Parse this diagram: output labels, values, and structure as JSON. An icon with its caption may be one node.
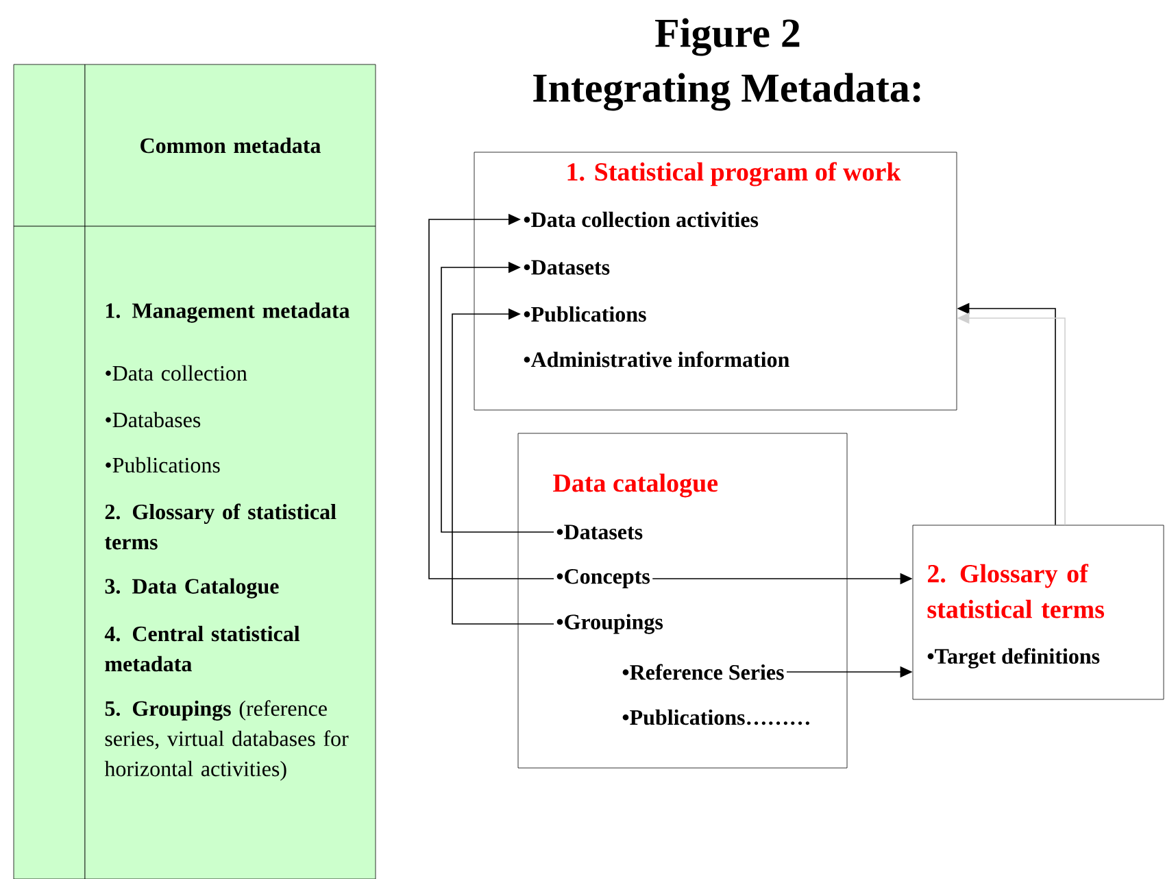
{
  "diagram": {
    "title": "Integrating Metadata:",
    "nodes": [
      {
        "text": [
          "Common metadata"
        ]
      },
      {
        "text": [
          "1. Management metadata",
          "•Data collection",
          "•Databases",
          "•Publications",
          "2. Glossary of statistical terms",
          "3. Data Catalogue",
          "4. Central statistical metadata",
          "**5. Groupings** (reference series, virtual databases for horizontal activities)"
        ]
      },
      {
        "text": [
          "1. Statistical program of work"
        ]
      },
      {
        "text": [
          "•Data collection activities"
        ],
        "in": 2
      },
      {
        "text": [
          "•Datasets"
        ],
        "in": 2
      },
      {
        "text": [
          "•Publications"
        ],
        "in": 2
      },
      {
        "text": [
          "•Administrative information"
        ],
        "in": 2
      },
      {
        "text": [
          "Data catalogue"
        ]
      },
      {
        "text": [
          "•Datasets"
        ],
        "in": 7
      },
      {
        "text": [
          "•Concepts"
        ],
        "in": 7
      },
      {
        "text": [
          "•Groupings"
        ],
        "in": 7
      },
      {
        "text": [
          "•Reference Series"
        ],
        "in": 7
      },
      {
        "text": [
          "•Publications………"
        ],
        "in": 7
      },
      {
        "text": [
          "2. Glossary of statistical terms",
          "•Target definitions"
        ]
      }
    ],
    "edges": [
      {
        "from": 9,
        "to": 3,
        "arrow": "to"
      },
      {
        "from": 8,
        "to": 4,
        "arrow": "to"
      },
      {
        "from": 10,
        "to": 5,
        "arrow": "to"
      },
      {
        "from": 9,
        "to": 13,
        "arrow": "to"
      },
      {
        "from": 11,
        "to": 13,
        "arrow": "to"
      },
      {
        "from": 13,
        "to": 2,
        "arrow": "to"
      },
      {
        "from": 13,
        "to": 2,
        "arrow": "to",
        "color": "#d0d0d0"
      }
    ],
    "labels": [
      "Figure 2"
    ]
  }
}
